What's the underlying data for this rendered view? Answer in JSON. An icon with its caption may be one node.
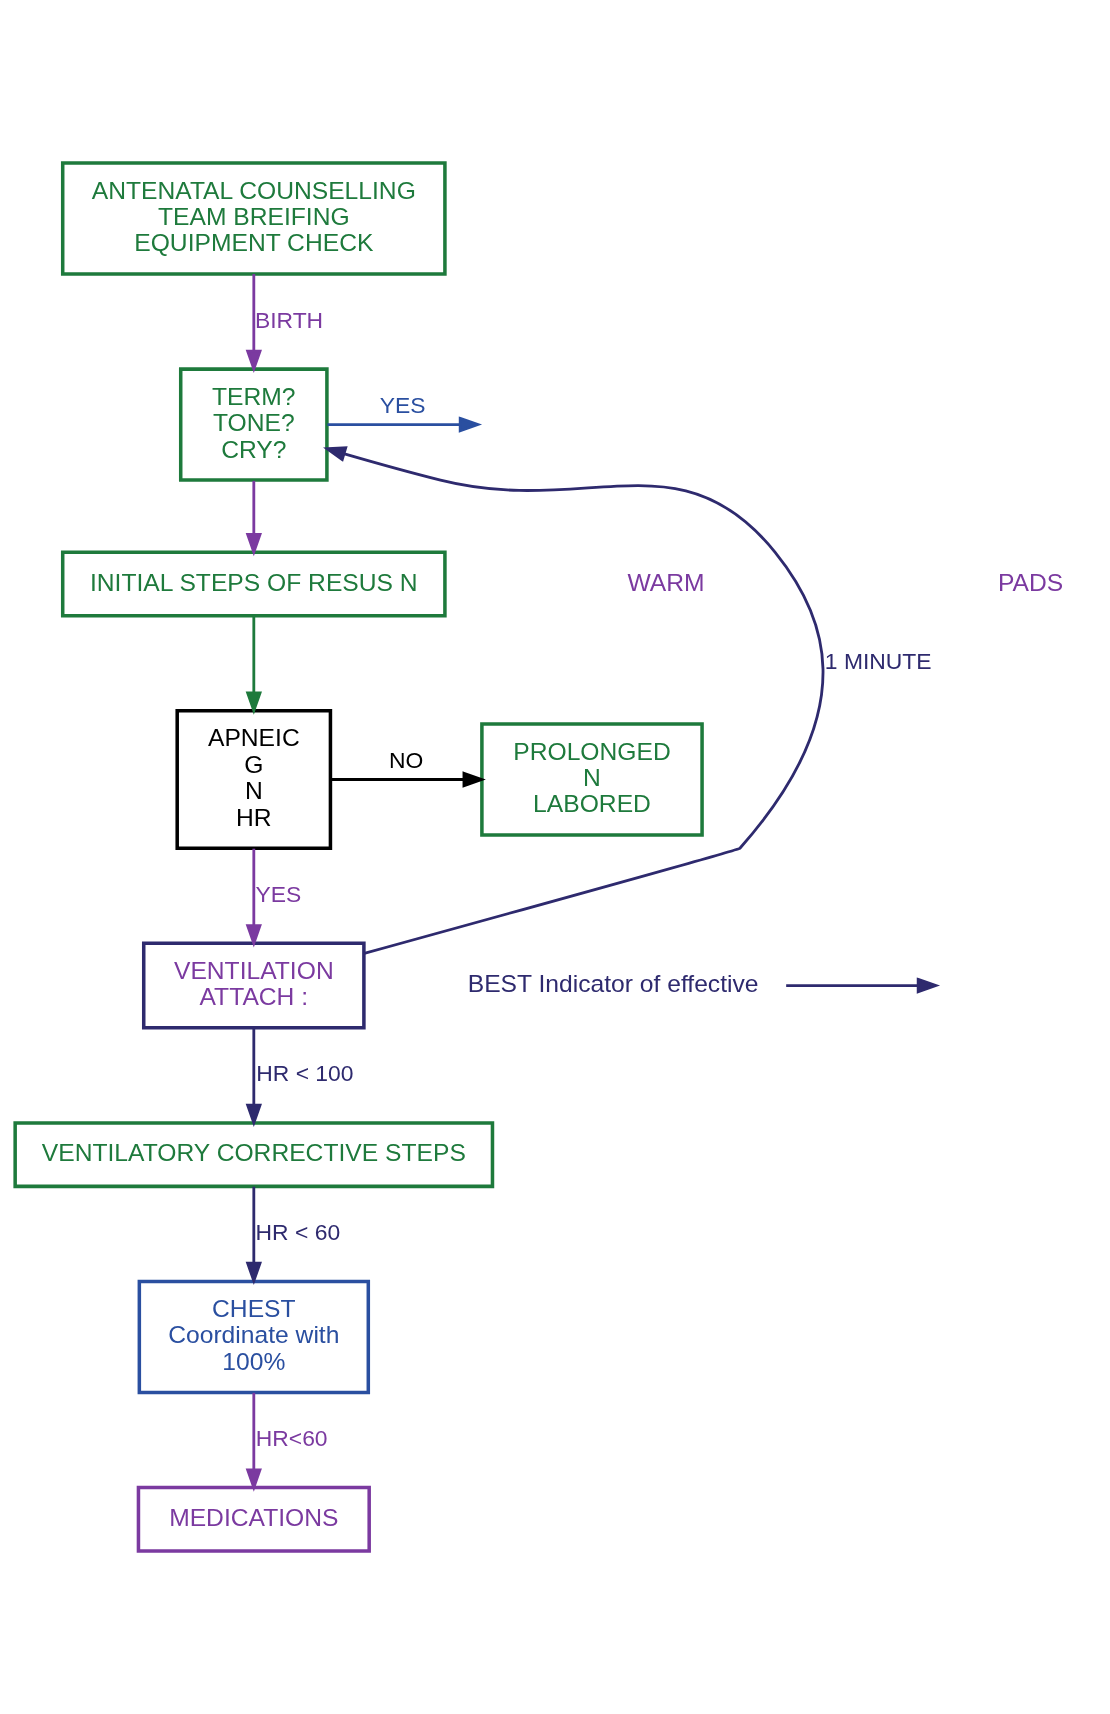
{
  "diagram": {
    "nodes": [
      {
        "text": [
          "ANTENATAL COUNSELLING",
          "TEAM BREIFING",
          "EQUIPMENT CHECK"
        ]
      },
      {
        "text": [
          "TERM?",
          "TONE?",
          "CRY?"
        ]
      },
      {
        "text": [
          "INITIAL STEPS OF RESUS N"
        ]
      },
      {
        "text": [
          "APNEIC",
          "G",
          "N",
          "HR"
        ]
      },
      {
        "text": [
          "PROLONGED",
          "N",
          "LABORED"
        ]
      },
      {
        "text": [
          "VENTILATION",
          "ATTACH :"
        ]
      },
      {
        "text": [
          "VENTILATORY CORRECTIVE STEPS"
        ]
      },
      {
        "text": [
          "CHEST",
          "Coordinate with",
          "100%"
        ]
      },
      {
        "text": [
          "MEDICATIONS"
        ]
      },
      {
        "text": [
          "BEST Indicator of effective"
        ]
      }
    ],
    "edges": [
      {
        "from": 0,
        "to": 1,
        "arrow": "to",
        "label": "BIRTH",
        "color": "#7b3aa0"
      },
      {
        "from": 1,
        "to": null,
        "arrow": "to",
        "label": "YES",
        "color": "#2a4fa0"
      },
      {
        "from": 1,
        "to": 2,
        "arrow": "to",
        "color": "#7b3aa0"
      },
      {
        "from": 2,
        "to": 3,
        "arrow": "to",
        "color": "#1e7a3c"
      },
      {
        "from": 3,
        "to": 4,
        "arrow": "to",
        "label": "NO",
        "color": "#000000"
      },
      {
        "from": 3,
        "to": 5,
        "arrow": "to",
        "label": "YES",
        "color": "#7b3aa0"
      },
      {
        "from": 5,
        "to": 6,
        "arrow": "to",
        "label": "HR < 100",
        "color": "#2e2a6e"
      },
      {
        "from": 6,
        "to": 7,
        "arrow": "to",
        "label": "HR < 60",
        "color": "#2e2a6e"
      },
      {
        "from": 7,
        "to": 8,
        "arrow": "to",
        "label": "HR<60",
        "color": "#7b3aa0"
      },
      {
        "from": 5,
        "to": 1,
        "arrow": "to",
        "label": "1 MINUTE",
        "color": "#2e2a6e"
      },
      {
        "from": 9,
        "to": null,
        "arrow": "to",
        "color": "#2e2a6e"
      }
    ],
    "labels": [
      "WARM",
      "PADS"
    ]
  }
}
